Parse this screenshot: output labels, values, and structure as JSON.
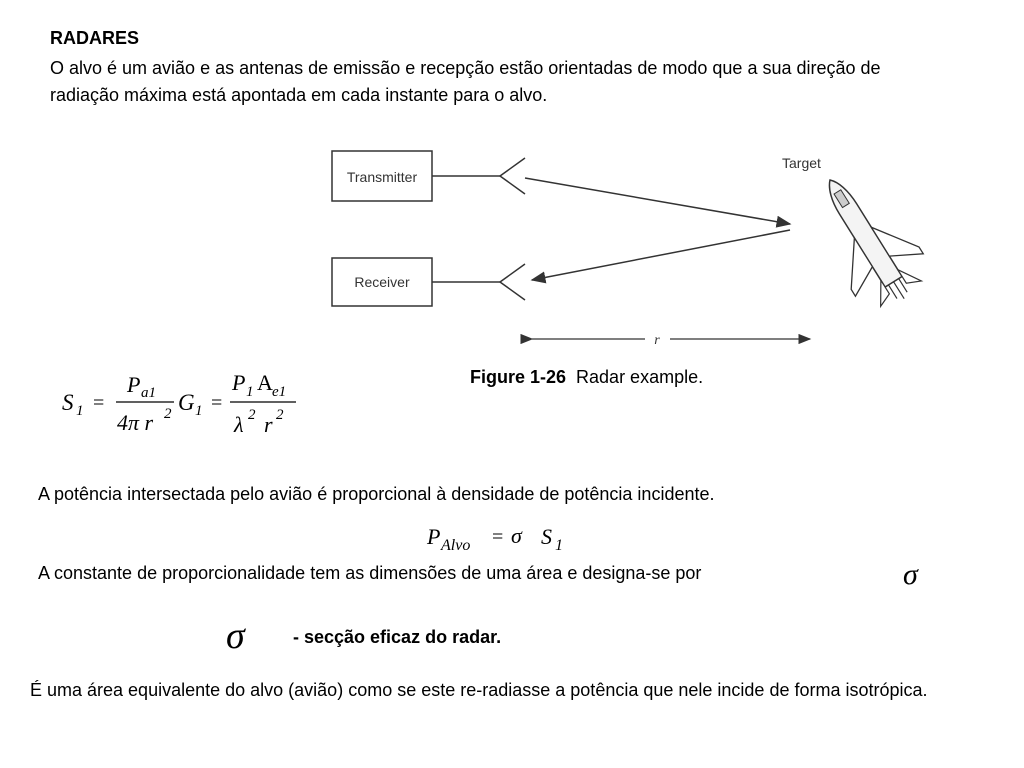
{
  "title": "RADARES",
  "intro": "O alvo é um avião e as antenas de emissão e recepção estão orientadas de modo que a sua direção de radiação máxima está apontada em cada instante para o alvo.",
  "figure": {
    "transmitter_label": "Transmitter",
    "receiver_label": "Receiver",
    "target_label": "Target",
    "distance_label": "r",
    "caption_number": "Figure 1-26",
    "caption_text": "Radar example."
  },
  "formula1": {
    "lhs": "S",
    "lhs_sub": "1",
    "equals": "=",
    "frac1_num": "P",
    "frac1_num_sub": "a1",
    "frac1_den": "4π r",
    "frac1_den_sup": "2",
    "gain": "G",
    "gain_sub": "1",
    "frac2_num_p": "P",
    "frac2_num_p_sub": "1",
    "frac2_num_a": "A",
    "frac2_num_a_sub": "e1",
    "frac2_den_l": "λ",
    "frac2_den_l_sup": "2",
    "frac2_den_r": "r",
    "frac2_den_r_sup": "2"
  },
  "paragraph1": "A potência intersectada pelo avião é proporcional à densidade de potência incidente.",
  "formula2": {
    "lhs": "P",
    "lhs_sub": "Alvo",
    "equals": "=",
    "sigma": "σ",
    "rhs": "S",
    "rhs_sub": "1"
  },
  "paragraph2": "A constante de proporcionalidade tem as  dimensões de uma área e designa-se por",
  "sigma_symbol": "σ",
  "sigma_definition": "- secção eficaz do radar.",
  "paragraph3": "É uma área equivalente do alvo (avião) como se este re-radiasse a  potência que nele incide de forma isotrópica."
}
